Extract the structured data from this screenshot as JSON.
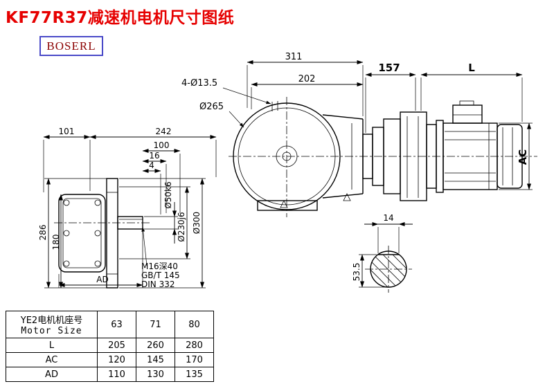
{
  "page": {
    "title": "KF77R37减速机电机尺寸图纸",
    "brand": "BOSERL"
  },
  "dims": {
    "side": {
      "d101": "101",
      "d242": "242",
      "d100": "100",
      "d16": "16",
      "d4": "4",
      "d286": "286",
      "d180": "180",
      "dAD": "AD",
      "shaft_dia": "Ø50k6",
      "spigot_dia": "Ø230j6",
      "flange_dia": "Ø300",
      "tap1": "M16深40",
      "tap2": "GB/T 145",
      "tap3": "DIN 332"
    },
    "front": {
      "d311": "311",
      "d202": "202",
      "holes": "4-Ø13.5",
      "flange": "Ø265"
    },
    "motor": {
      "d157": "157",
      "dL": "L",
      "dAC": "AC"
    },
    "section": {
      "d14": "14",
      "d53": "53.5"
    }
  },
  "table": {
    "header_cn": "YE2电机机座号",
    "header_en": "Motor Size",
    "sizes": [
      "63",
      "71",
      "80"
    ],
    "rows": [
      {
        "label": "L",
        "values": [
          "205",
          "260",
          "280"
        ]
      },
      {
        "label": "AC",
        "values": [
          "120",
          "145",
          "170"
        ]
      },
      {
        "label": "AD",
        "values": [
          "110",
          "130",
          "135"
        ]
      }
    ]
  }
}
